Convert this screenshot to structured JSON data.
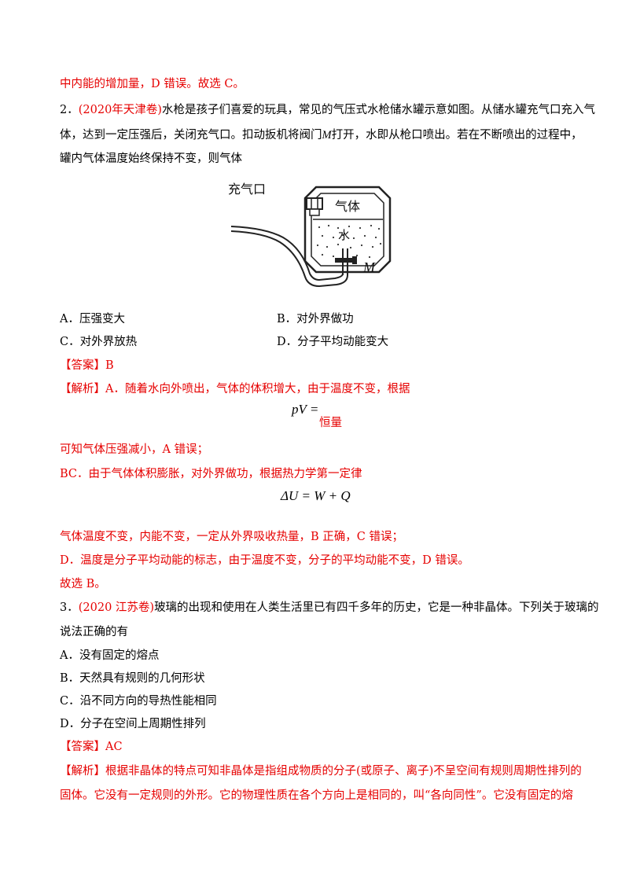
{
  "top_conclusion": "中内能的增加量，D 错误。故选 C。",
  "q2": {
    "number": "2．",
    "source": "(2020年天津卷)",
    "stem_line1_rest": "水枪是孩子们喜爱的玩具，常见的气压式水枪储水罐示意如图。从储水罐充气口充入气",
    "stem_line2_a": "体，达到一定压强后，关闭充气口。扣动扳机将阀门",
    "stem_line2_m": "M",
    "stem_line2_b": "打开，水即从枪口喷出。若在不断喷出的过程中，",
    "stem_line3": "罐内气体温度始终保持不变，则气体",
    "figure": {
      "inlet_label": "充气口",
      "gas_label": "气体",
      "water_label": "水",
      "valve_label": "M"
    },
    "options": {
      "A": "A．压强变大",
      "B": "B．对外界做功",
      "C": "C．对外界放热",
      "D": "D．分子平均动能变大"
    },
    "answer": "【答案】B",
    "analysis_line1": "【解析】A．随着水向外喷出，气体的体积增大，由于温度不变，根据",
    "formula1_lhs": "pV =",
    "formula1_rhs": "恒量",
    "analysis_line2": "可知气体压强减小，A 错误；",
    "analysis_line3": "BC．由于气体体积膨胀，对外界做功，根据热力学第一定律",
    "formula2": "ΔU = W + Q",
    "analysis_line4": "气体温度不变，内能不变，一定从外界吸收热量，B 正确，C 错误；",
    "analysis_line5": "D．温度是分子平均动能的标志，由于温度不变，分子的平均动能不变，D 错误。",
    "analysis_line6": "故选 B。"
  },
  "q3": {
    "number": "3．",
    "source": "(2020 江苏卷)",
    "stem_line1_rest": "玻璃的出现和使用在人类生活里已有四千多年的历史，它是一种非晶体。下列关于玻璃的",
    "stem_line2": "说法正确的有",
    "options": {
      "A": "A．没有固定的熔点",
      "B": "B．天然具有规则的几何形状",
      "C": "C．沿不同方向的导热性能相同",
      "D": "D．分子在空间上周期性排列"
    },
    "answer": "【答案】AC",
    "analysis_line1": "【解析】根据非晶体的特点可知非晶体是指组成物质的分子(或原子、离子)不呈空间有规则周期性排列的",
    "analysis_line2": "固体。它没有一定规则的外形。它的物理性质在各个方向上是相同的，叫“各向同性”。它没有固定的熔"
  }
}
